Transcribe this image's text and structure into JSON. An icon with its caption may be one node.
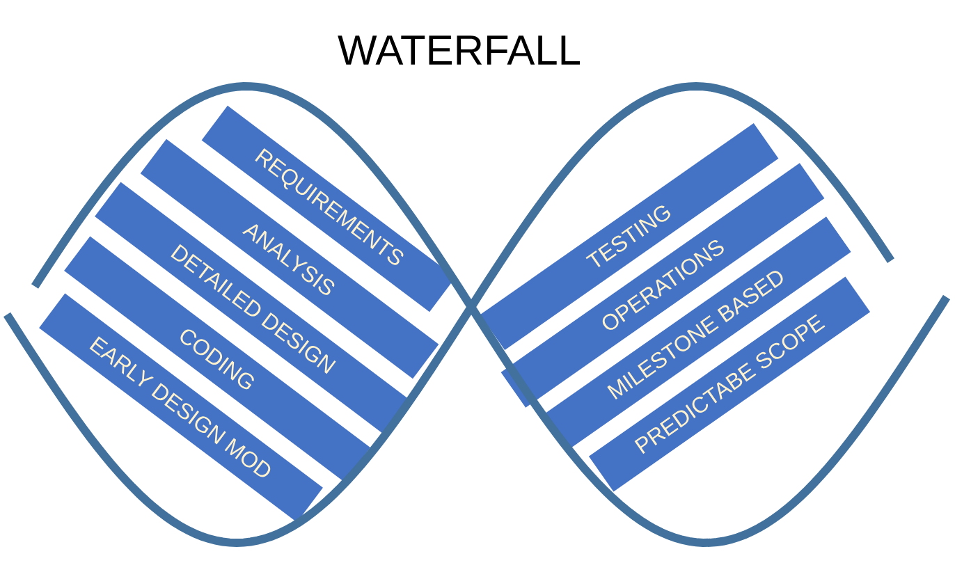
{
  "diagram": {
    "title": "WATERFALL",
    "nodes": [
      {
        "text": [
          "REQUIREMENTS"
        ]
      },
      {
        "text": [
          "ANALYSIS"
        ]
      },
      {
        "text": [
          "DETAILED DESIGN"
        ]
      },
      {
        "text": [
          "CODING"
        ]
      },
      {
        "text": [
          "EARLY DESIGN MOD"
        ]
      },
      {
        "text": [
          "TESTING"
        ]
      },
      {
        "text": [
          "OPERATIONS"
        ]
      },
      {
        "text": [
          "MILESTONE BASED"
        ]
      },
      {
        "text": [
          "PREDICTABE SCOPE"
        ]
      }
    ]
  }
}
